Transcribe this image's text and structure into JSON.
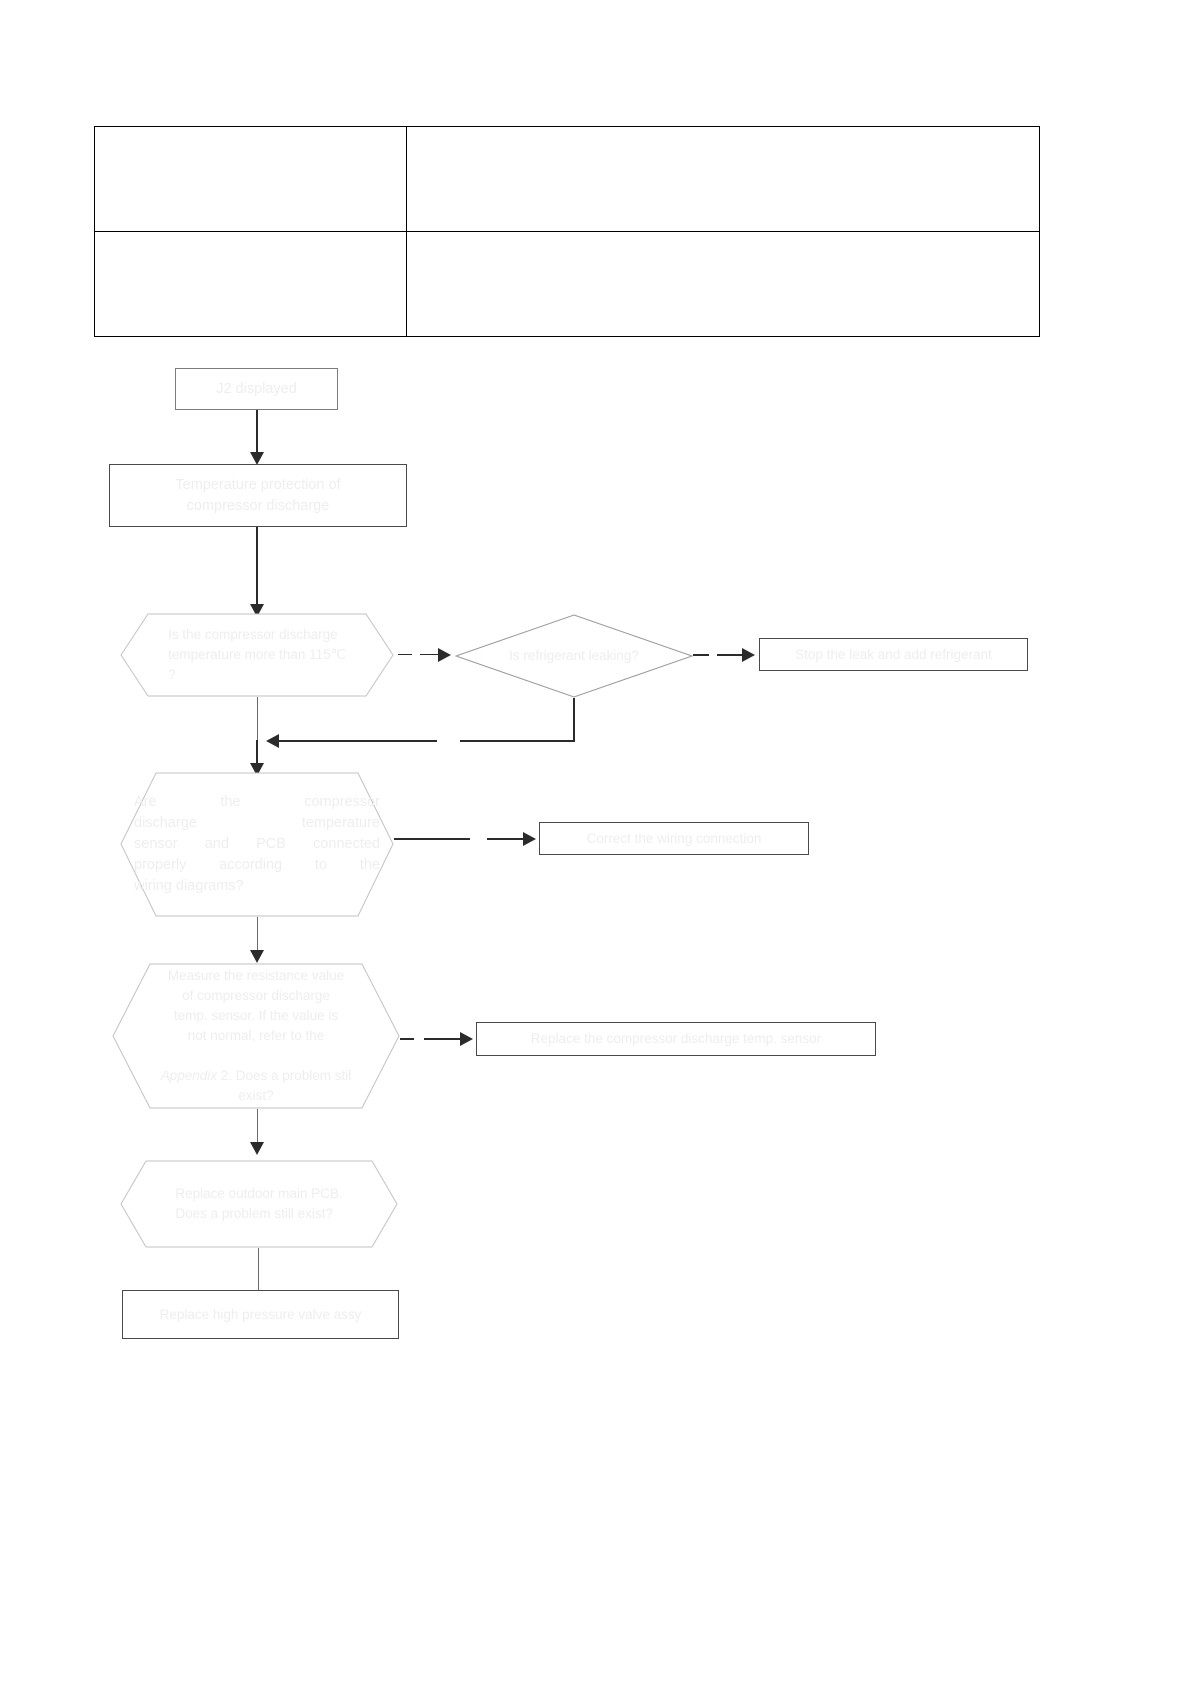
{
  "document": {
    "table": {
      "rows": [
        {
          "cells": [
            "",
            ""
          ]
        },
        {
          "cells": [
            "",
            ""
          ]
        }
      ]
    }
  },
  "flowchart": {
    "title": "J2 error diagnosis flowchart",
    "nodes": {
      "start": {
        "label": "J2 displayed",
        "shape": "rectangle"
      },
      "fault": {
        "label": "Temperature protection of\ncompressor discharge",
        "shape": "rectangle"
      },
      "q_temp": {
        "label": "Is the compressor discharge\ntemperature more than 115℃\n?",
        "shape": "hexagon"
      },
      "q_leak": {
        "label": "Is refrigerant leaking?",
        "shape": "diamond"
      },
      "act_leak": {
        "label": "Stop the leak and add refrigerant",
        "shape": "rectangle"
      },
      "q_wiring_l1": "Are         the         compressor",
      "q_wiring_l2": "discharge               temperature",
      "q_wiring_l3": "sensor  and  PCB  connected",
      "q_wiring_l4": "properly   according   to   the",
      "q_wiring_l5": "wiring diagrams?",
      "act_wiring": {
        "label": "Correct the wiring connection",
        "shape": "rectangle"
      },
      "q_resist_l1": "Measure the resistance value",
      "q_resist_l2": "of compressor discharge",
      "q_resist_l3": "temp. sensor. If the value is",
      "q_resist_l4": "not normal, refer to the",
      "q_resist_l5_em": "Appendix",
      "q_resist_l5_rest": " 2. Does a problem stil",
      "q_resist_l6": "exist?",
      "act_sensor": {
        "label": "Replace the compressor discharge temp. sensor",
        "shape": "rectangle"
      },
      "q_pcb": {
        "label": "Replace outdoor main PCB.\nDoes a problem still exist?",
        "shape": "hexagon"
      },
      "act_valve": {
        "label": "Replace high pressure valve assy",
        "shape": "rectangle"
      }
    },
    "colors": {
      "text": "#eeeeee",
      "shape_outline": "#c2c2c2",
      "connector": "#2b2b2b",
      "table_border": "#000000"
    }
  }
}
